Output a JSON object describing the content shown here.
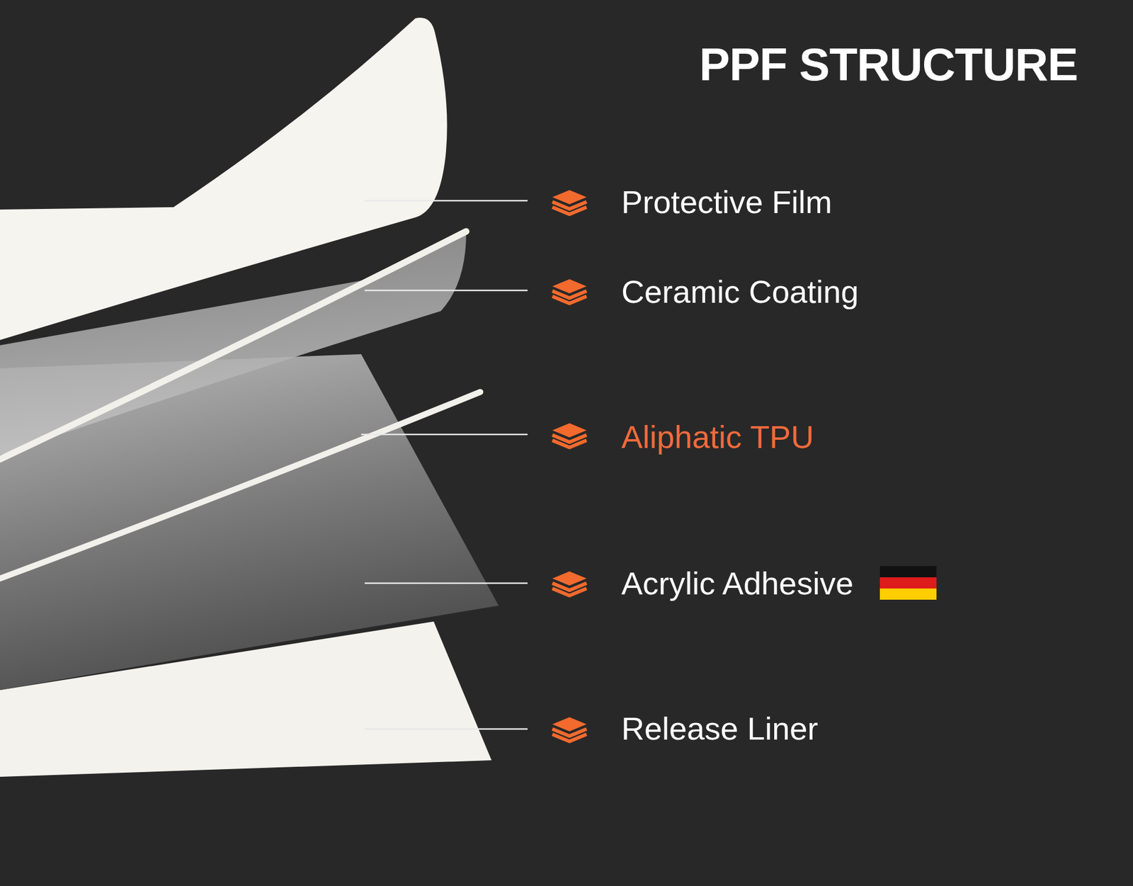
{
  "diagram": {
    "title": "PPF STRUCTURE",
    "labels": [
      "Protective Film",
      "Ceramic Coating",
      "Aliphatic TPU",
      "Acrylic Adhesive",
      "Release Liner"
    ]
  }
}
